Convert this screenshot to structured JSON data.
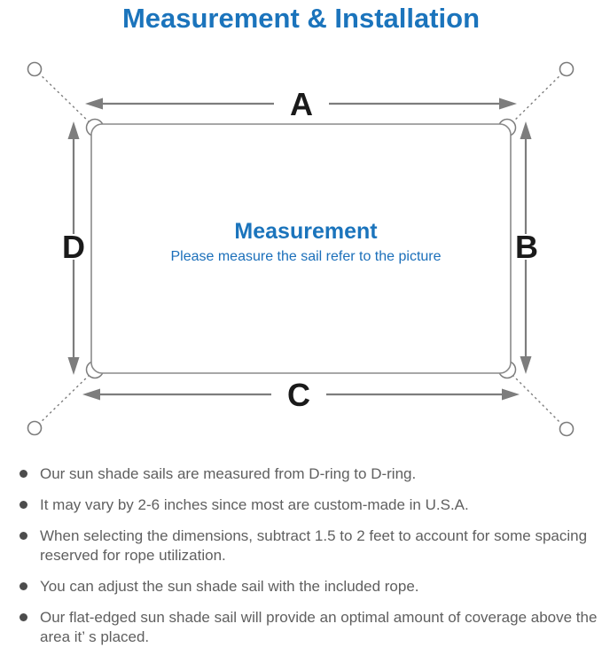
{
  "title": "Measurement & Installation",
  "diagram": {
    "dim_labels": {
      "a": "A",
      "b": "B",
      "c": "C",
      "d": "D"
    },
    "center_title": "Measurement",
    "center_subtitle": "Please measure the sail refer to the picture"
  },
  "colors": {
    "accent_blue": "#1b74bc",
    "line_gray": "#7d7d7d",
    "dim_label_black": "#1a1a1a",
    "bullet_text_gray": "#5f5f5f"
  },
  "bullets": [
    "Our sun shade sails are measured from D-ring to D-ring.",
    "It may vary by 2-6 inches since most are custom-made in U.S.A.",
    "When selecting the dimensions, subtract 1.5 to 2 feet to account for some spacing reserved for rope utilization.",
    "You can adjust the sun shade sail with the included rope.",
    "Our flat-edged sun shade sail will provide an optimal amount of coverage above the area it’ s placed."
  ]
}
